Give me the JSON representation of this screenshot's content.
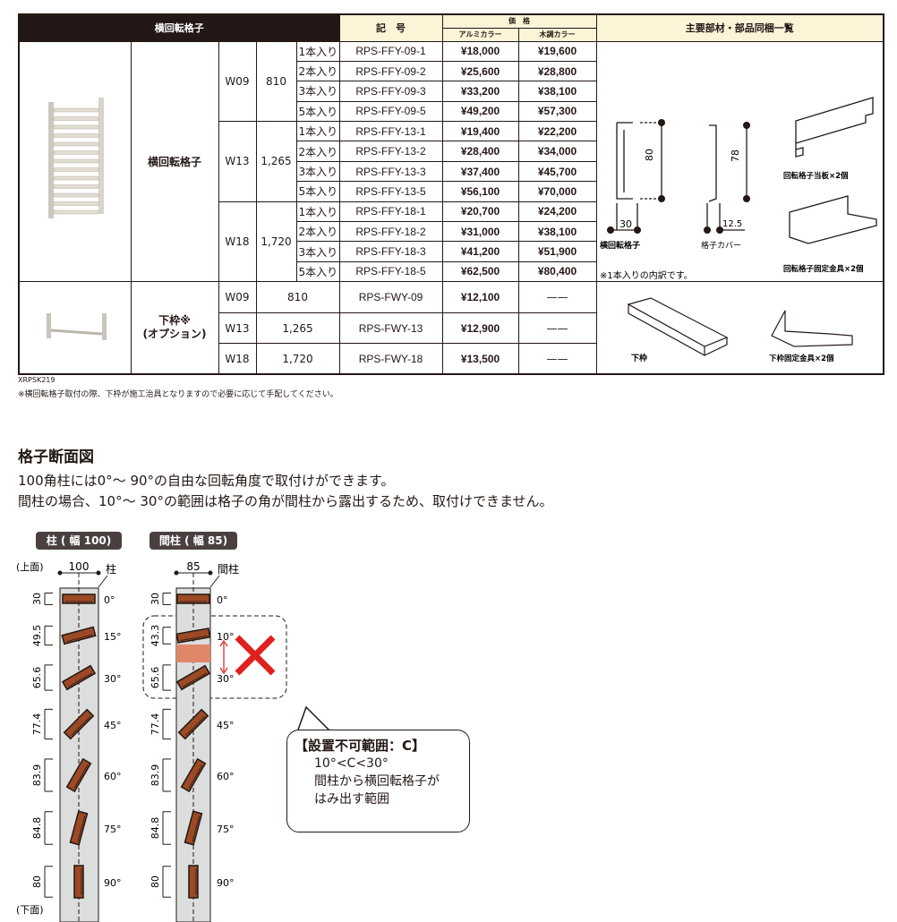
{
  "table": {
    "header": {
      "product": "横回転格子",
      "code": "記　号",
      "price": "価　格",
      "alu": "アルミカラー",
      "wood": "木調カラー",
      "parts": "主要部材・部品同梱一覧"
    },
    "main": {
      "name": "横回転格子",
      "groups": [
        {
          "w": "W09",
          "size": "810",
          "rows": [
            {
              "qty": "1本入り",
              "code": "RPS-FFY-09-1",
              "alu": "¥18,000",
              "wood": "¥19,600"
            },
            {
              "qty": "2本入り",
              "code": "RPS-FFY-09-2",
              "alu": "¥25,600",
              "wood": "¥28,800"
            },
            {
              "qty": "3本入り",
              "code": "RPS-FFY-09-3",
              "alu": "¥33,200",
              "wood": "¥38,100"
            },
            {
              "qty": "5本入り",
              "code": "RPS-FFY-09-5",
              "alu": "¥49,200",
              "wood": "¥57,300"
            }
          ]
        },
        {
          "w": "W13",
          "size": "1,265",
          "rows": [
            {
              "qty": "1本入り",
              "code": "RPS-FFY-13-1",
              "alu": "¥19,400",
              "wood": "¥22,200"
            },
            {
              "qty": "2本入り",
              "code": "RPS-FFY-13-2",
              "alu": "¥28,400",
              "wood": "¥34,000"
            },
            {
              "qty": "3本入り",
              "code": "RPS-FFY-13-3",
              "alu": "¥37,400",
              "wood": "¥45,700"
            },
            {
              "qty": "5本入り",
              "code": "RPS-FFY-13-5",
              "alu": "¥56,100",
              "wood": "¥70,000"
            }
          ]
        },
        {
          "w": "W18",
          "size": "1,720",
          "rows": [
            {
              "qty": "1本入り",
              "code": "RPS-FFY-18-1",
              "alu": "¥20,700",
              "wood": "¥24,200"
            },
            {
              "qty": "2本入り",
              "code": "RPS-FFY-18-2",
              "alu": "¥31,000",
              "wood": "¥38,100"
            },
            {
              "qty": "3本入り",
              "code": "RPS-FFY-18-3",
              "alu": "¥41,200",
              "wood": "¥51,900"
            },
            {
              "qty": "5本入り",
              "code": "RPS-FFY-18-5",
              "alu": "¥62,500",
              "wood": "¥80,400"
            }
          ]
        }
      ]
    },
    "option": {
      "name": "下枠※",
      "name2": "(オプション)",
      "rows": [
        {
          "w": "W09",
          "size": "810",
          "code": "RPS-FWY-09",
          "alu": "¥12,100",
          "wood": "——"
        },
        {
          "w": "W13",
          "size": "1,265",
          "code": "RPS-FWY-13",
          "alu": "¥12,900",
          "wood": "——"
        },
        {
          "w": "W18",
          "size": "1,720",
          "code": "RPS-FWY-18",
          "alu": "¥13,500",
          "wood": "——"
        }
      ]
    },
    "parts": {
      "dim80": "80",
      "dim30": "30",
      "dim78": "78",
      "dim125": "12.5",
      "lattice": "横回転格子",
      "cover": "格子カバー",
      "plate": "回転格子当板×2個",
      "bracket": "回転格子固定金具×2個",
      "note": "※1本入りの内訳です。",
      "frame": "下枠",
      "frame_bracket": "下枠固定金具×2個"
    }
  },
  "code_id": "XRPSK219",
  "footnote": "※横回転格子取付の際、下枠が施工治具となりますので必要に応じて手配してください。",
  "section": {
    "title": "格子断面図",
    "line1": "100角柱には0°～ 90°の自由な回転角度で取付けができます。",
    "line2": "間柱の場合、10°～ 30°の範囲は格子の角が間柱から露出するため、取付けできません。"
  },
  "diagram": {
    "left": {
      "title": "柱 ( 幅 100)",
      "width": "100",
      "post": "柱",
      "top": "(上面)",
      "bottom": "(下面)",
      "rows": [
        {
          "dim": "30",
          "angle": "0°",
          "a": 0
        },
        {
          "dim": "49.5",
          "angle": "15°",
          "a": 15
        },
        {
          "dim": "65.6",
          "angle": "30°",
          "a": 30
        },
        {
          "dim": "77.4",
          "angle": "45°",
          "a": 45
        },
        {
          "dim": "83.9",
          "angle": "60°",
          "a": 60
        },
        {
          "dim": "84.8",
          "angle": "75°",
          "a": 75
        },
        {
          "dim": "80",
          "angle": "90°",
          "a": 90
        }
      ]
    },
    "right": {
      "title": "間柱 ( 幅 85)",
      "width": "85",
      "post": "間柱",
      "rows": [
        {
          "dim": "30",
          "angle": "0°",
          "a": 0
        },
        {
          "dim": "43.3",
          "angle": "10°",
          "a": 10
        },
        {
          "dim": "65.6",
          "angle": "30°",
          "a": 30
        },
        {
          "dim": "77.4",
          "angle": "45°",
          "a": 45
        },
        {
          "dim": "83.9",
          "angle": "60°",
          "a": 60
        },
        {
          "dim": "84.8",
          "angle": "75°",
          "a": 75
        },
        {
          "dim": "80",
          "angle": "90°",
          "a": 90
        }
      ]
    },
    "callout": {
      "title": "【設置不可範囲：C】",
      "l1": "10°<C<30°",
      "l2": "間柱から横回転格子が",
      "l3": "はみ出す範囲"
    },
    "colors": {
      "slat": "#9c4a25",
      "post": "#dcdddd",
      "forbidden": "#e0876a",
      "x": "#e0201c"
    }
  }
}
